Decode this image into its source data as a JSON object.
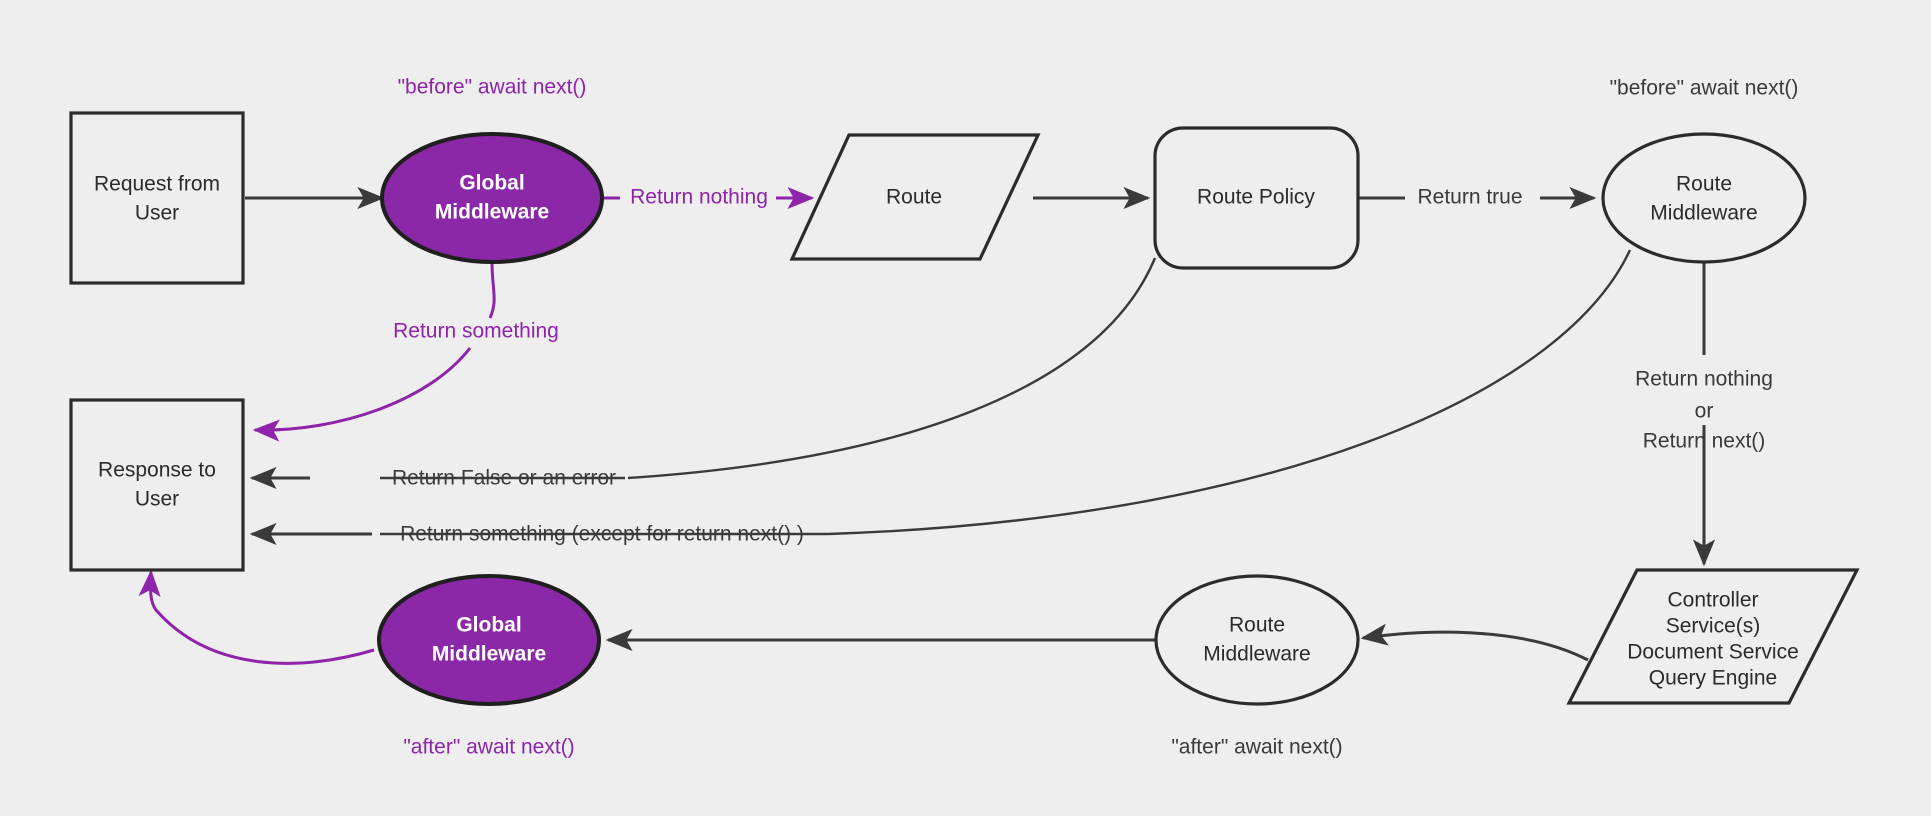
{
  "diagram": {
    "title": "Middleware request lifecycle flowchart",
    "background_color": "#eeeeee",
    "accent_color": "#8e24aa",
    "node_fill_color": "#8b28a8",
    "stroke_color": "#2b2b2b",
    "nodes": {
      "request_from_user": {
        "line1": "Request from",
        "line2": "User",
        "shape": "rectangle"
      },
      "global_middleware_before": {
        "line1": "Global",
        "line2": "Middleware",
        "shape": "ellipse"
      },
      "route": {
        "line1": "Route",
        "shape": "parallelogram"
      },
      "route_policy": {
        "line1": "Route Policy",
        "shape": "rounded-rectangle"
      },
      "route_middleware_before": {
        "line1": "Route",
        "line2": "Middleware",
        "shape": "ellipse"
      },
      "controller_services": {
        "line1": "Controller",
        "line2": "Service(s)",
        "line3": "Document Service",
        "line4": "Query Engine",
        "shape": "parallelogram"
      },
      "route_middleware_after": {
        "line1": "Route",
        "line2": "Middleware",
        "shape": "ellipse"
      },
      "global_middleware_after": {
        "line1": "Global",
        "line2": "Middleware",
        "shape": "ellipse"
      },
      "response_to_user": {
        "line1": "Response to",
        "line2": "User",
        "shape": "rectangle"
      }
    },
    "annotations": {
      "before_global": "\"before\" await next()",
      "before_route": "\"before\" await next()",
      "after_global": "\"after\" await next()",
      "after_route": "\"after\" await next()"
    },
    "edge_labels": {
      "return_nothing": "Return nothing",
      "return_something": "Return something",
      "return_true": "Return true",
      "return_false_or_error": "Return False or an error",
      "return_something_except": "Return something (except for return next() )",
      "return_nothing_or_next_line1": "Return nothing",
      "return_nothing_or_next_line2": "or",
      "return_nothing_or_next_line3": "Return next()"
    }
  }
}
